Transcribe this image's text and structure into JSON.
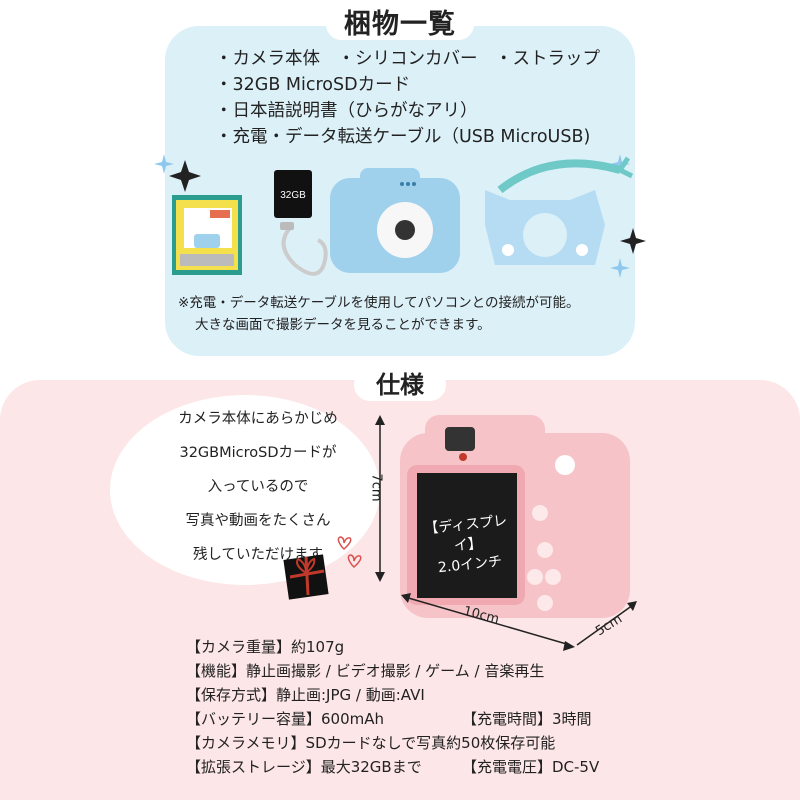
{
  "contents": {
    "title": "梱物一覧",
    "items": [
      "・カメラ本体　・シリコンカバー　・ストラップ",
      "・32GB MicroSDカード",
      "・日本語説明書（ひらがなアリ）",
      "・充電・データ転送ケーブル（USB MicroUSB)"
    ],
    "sd_label": "32GB",
    "note_lines": [
      "※充電・データ転送ケーブルを使用してパソコンとの接続が可能。",
      "大きな画面で撮影データを見ることができます。"
    ]
  },
  "spec": {
    "title": "仕様",
    "bubble_lines": [
      "カメラ本体にあらかじめ",
      "32GBMicroSDカードが",
      "入っているので",
      "写真や動画をたくさん",
      "残していただけます"
    ],
    "screen_text_1": "【ディスプレイ】",
    "screen_text_2": "2.0インチ",
    "dim_height": "7cm",
    "dim_width": "10cm",
    "dim_depth": "5cm",
    "lines": [
      "【カメラ重量】約107g",
      "【機能】静止画撮影 / ビデオ撮影 / ゲーム / 音楽再生",
      "【保存方式】静止画:JPG / 動画:AVI",
      "【バッテリー容量】600mAh",
      "【カメラメモリ】SDカードなしで写真約50枚保存可能",
      "【拡張ストレージ】最大32GBまで"
    ],
    "right_lines": [
      "【充電時間】3時間",
      "【充電電圧】DC-5V"
    ]
  },
  "colors": {
    "top_bg": "#dcf0f8",
    "bottom_bg": "#fce6e7",
    "camera_blue": "#9fd1ec",
    "camera_pink": "#f6c4c8"
  }
}
